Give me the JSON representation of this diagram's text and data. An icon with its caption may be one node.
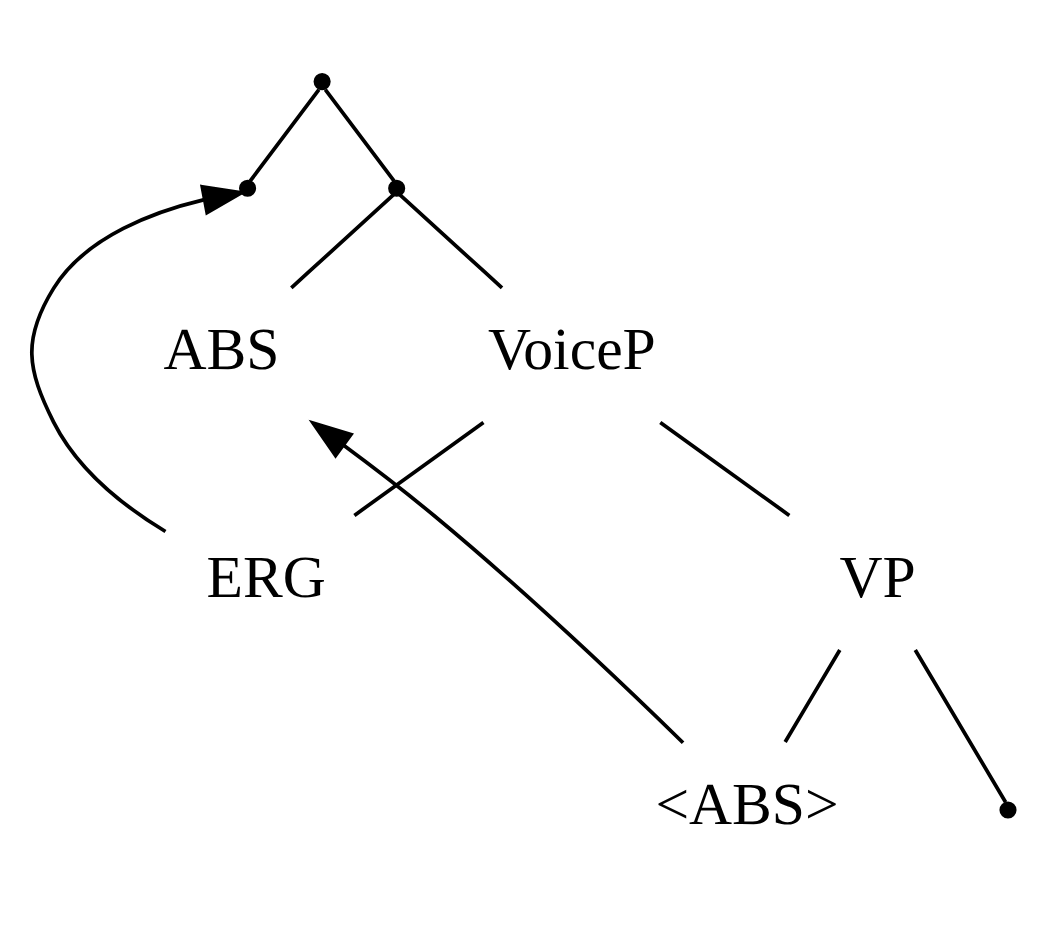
{
  "diagram": {
    "nodes": [
      {
        "text": [],
        "shape": "point"
      },
      {
        "text": [],
        "shape": "point"
      },
      {
        "text": [],
        "shape": "point"
      },
      {
        "text": [
          "ABS"
        ]
      },
      {
        "text": [
          "VoiceP"
        ]
      },
      {
        "text": [
          "ERG"
        ]
      },
      {
        "text": [
          "VP"
        ]
      },
      {
        "text": [],
        "shape": "point"
      },
      {
        "text": [
          "<ABS>"
        ]
      }
    ],
    "edges": [
      {
        "from": 0,
        "to": 1,
        "arrow": "none"
      },
      {
        "from": 0,
        "to": 2,
        "arrow": "none"
      },
      {
        "from": 2,
        "to": 3,
        "arrow": "none"
      },
      {
        "from": 2,
        "to": 4,
        "arrow": "none"
      },
      {
        "from": 4,
        "to": 5,
        "arrow": "none"
      },
      {
        "from": 4,
        "to": 6,
        "arrow": "none"
      },
      {
        "from": 6,
        "to": 7,
        "arrow": "none"
      },
      {
        "from": 6,
        "to": 8,
        "arrow": "none"
      },
      {
        "from": 5,
        "to": 1,
        "arrow": "to"
      },
      {
        "from": 8,
        "to": 3,
        "arrow": "to"
      }
    ]
  }
}
